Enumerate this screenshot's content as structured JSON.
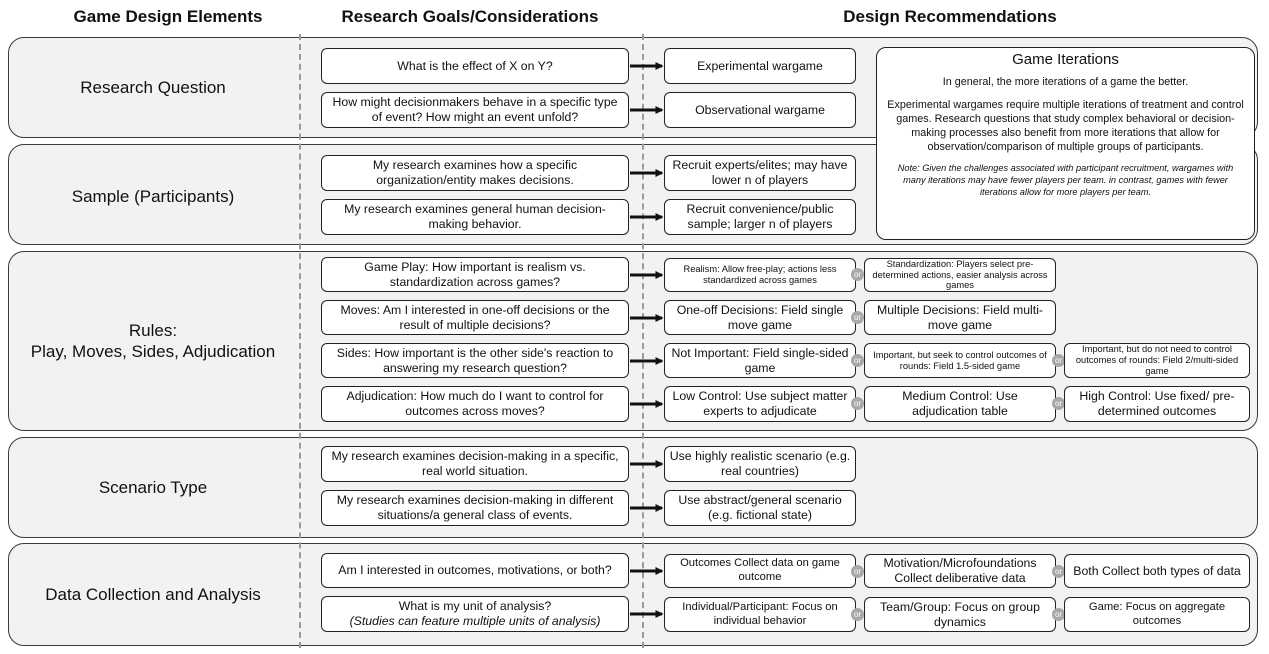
{
  "headers": {
    "elements": "Game Design Elements",
    "goals": "Research Goals/Considerations",
    "recommendations": "Design Recommendations"
  },
  "or_label": "or",
  "sections": {
    "research_question": {
      "label": "Research Question",
      "q1": "What is the effect of X on Y?",
      "q2": "How might decisionmakers behave in a specific type of event? How might an event unfold?",
      "r1": "Experimental wargame",
      "r2": "Observational wargame"
    },
    "sample": {
      "label": "Sample (Participants)",
      "q1": "My research examines how a specific organization/entity makes decisions.",
      "q2": "My research examines general human decision-making behavior.",
      "r1": "Recruit experts/elites; may have lower n of players",
      "r2": "Recruit convenience/public sample; larger n of players"
    },
    "rules": {
      "label_line1": "Rules:",
      "label_line2": "Play, Moves, Sides, Adjudication",
      "q1": "Game Play: How important is realism vs. standardization across games?",
      "q2": "Moves: Am I interested in one-off decisions or the result of multiple decisions?",
      "q3": "Sides: How important is the other side's reaction to answering my research question?",
      "q4": "Adjudication: How much do I want to control for outcomes across moves?",
      "r1a": "Realism: Allow free-play; actions less standardized across games",
      "r1b": "Standardization: Players select pre-determined actions, easier analysis across games",
      "r2a": "One-off Decisions: Field single move game",
      "r2b": "Multiple Decisions: Field multi-move game",
      "r3a": "Not Important: Field single-sided game",
      "r3b": "Important, but seek to control outcomes of rounds: Field 1.5-sided game",
      "r3c": "Important, but do not need to control outcomes of rounds: Field 2/multi-sided game",
      "r4a": "Low Control: Use subject matter experts to adjudicate",
      "r4b": "Medium Control: Use adjudication table",
      "r4c": "High Control: Use fixed/ pre-determined outcomes"
    },
    "scenario": {
      "label": "Scenario Type",
      "q1": "My research examines decision-making in a specific, real world situation.",
      "q2": "My research examines decision-making in different situations/a general class of events.",
      "r1": "Use highly realistic scenario (e.g. real countries)",
      "r2": "Use abstract/general scenario (e.g. fictional state)"
    },
    "data": {
      "label": "Data Collection and Analysis",
      "q1": "Am I interested in outcomes, motivations, or both?",
      "q2_main": "What is my unit of analysis?",
      "q2_italic": "(Studies can feature multiple units of analysis)",
      "r1a": "Outcomes Collect data on game outcome",
      "r1b": "Motivation/Microfoundations Collect deliberative data",
      "r1c": "Both Collect both types of data",
      "r2a": "Individual/Participant: Focus on individual behavior",
      "r2b": "Team/Group: Focus on group dynamics",
      "r2c": "Game: Focus on aggregate outcomes"
    }
  },
  "iterations": {
    "title": "Game Iterations",
    "p1": "In general, the more iterations of a game the better.",
    "p2": "Experimental wargames require multiple iterations of treatment and control games. Research questions that study complex behavioral or decision-making processes also benefit from more iterations that allow for observation/comparison of multiple groups of participants.",
    "note": "Note: Given the challenges associated with participant recruitment, wargames with many iterations may have fewer players per team. in contrast, games with fewer iterations allow for more players per team."
  }
}
